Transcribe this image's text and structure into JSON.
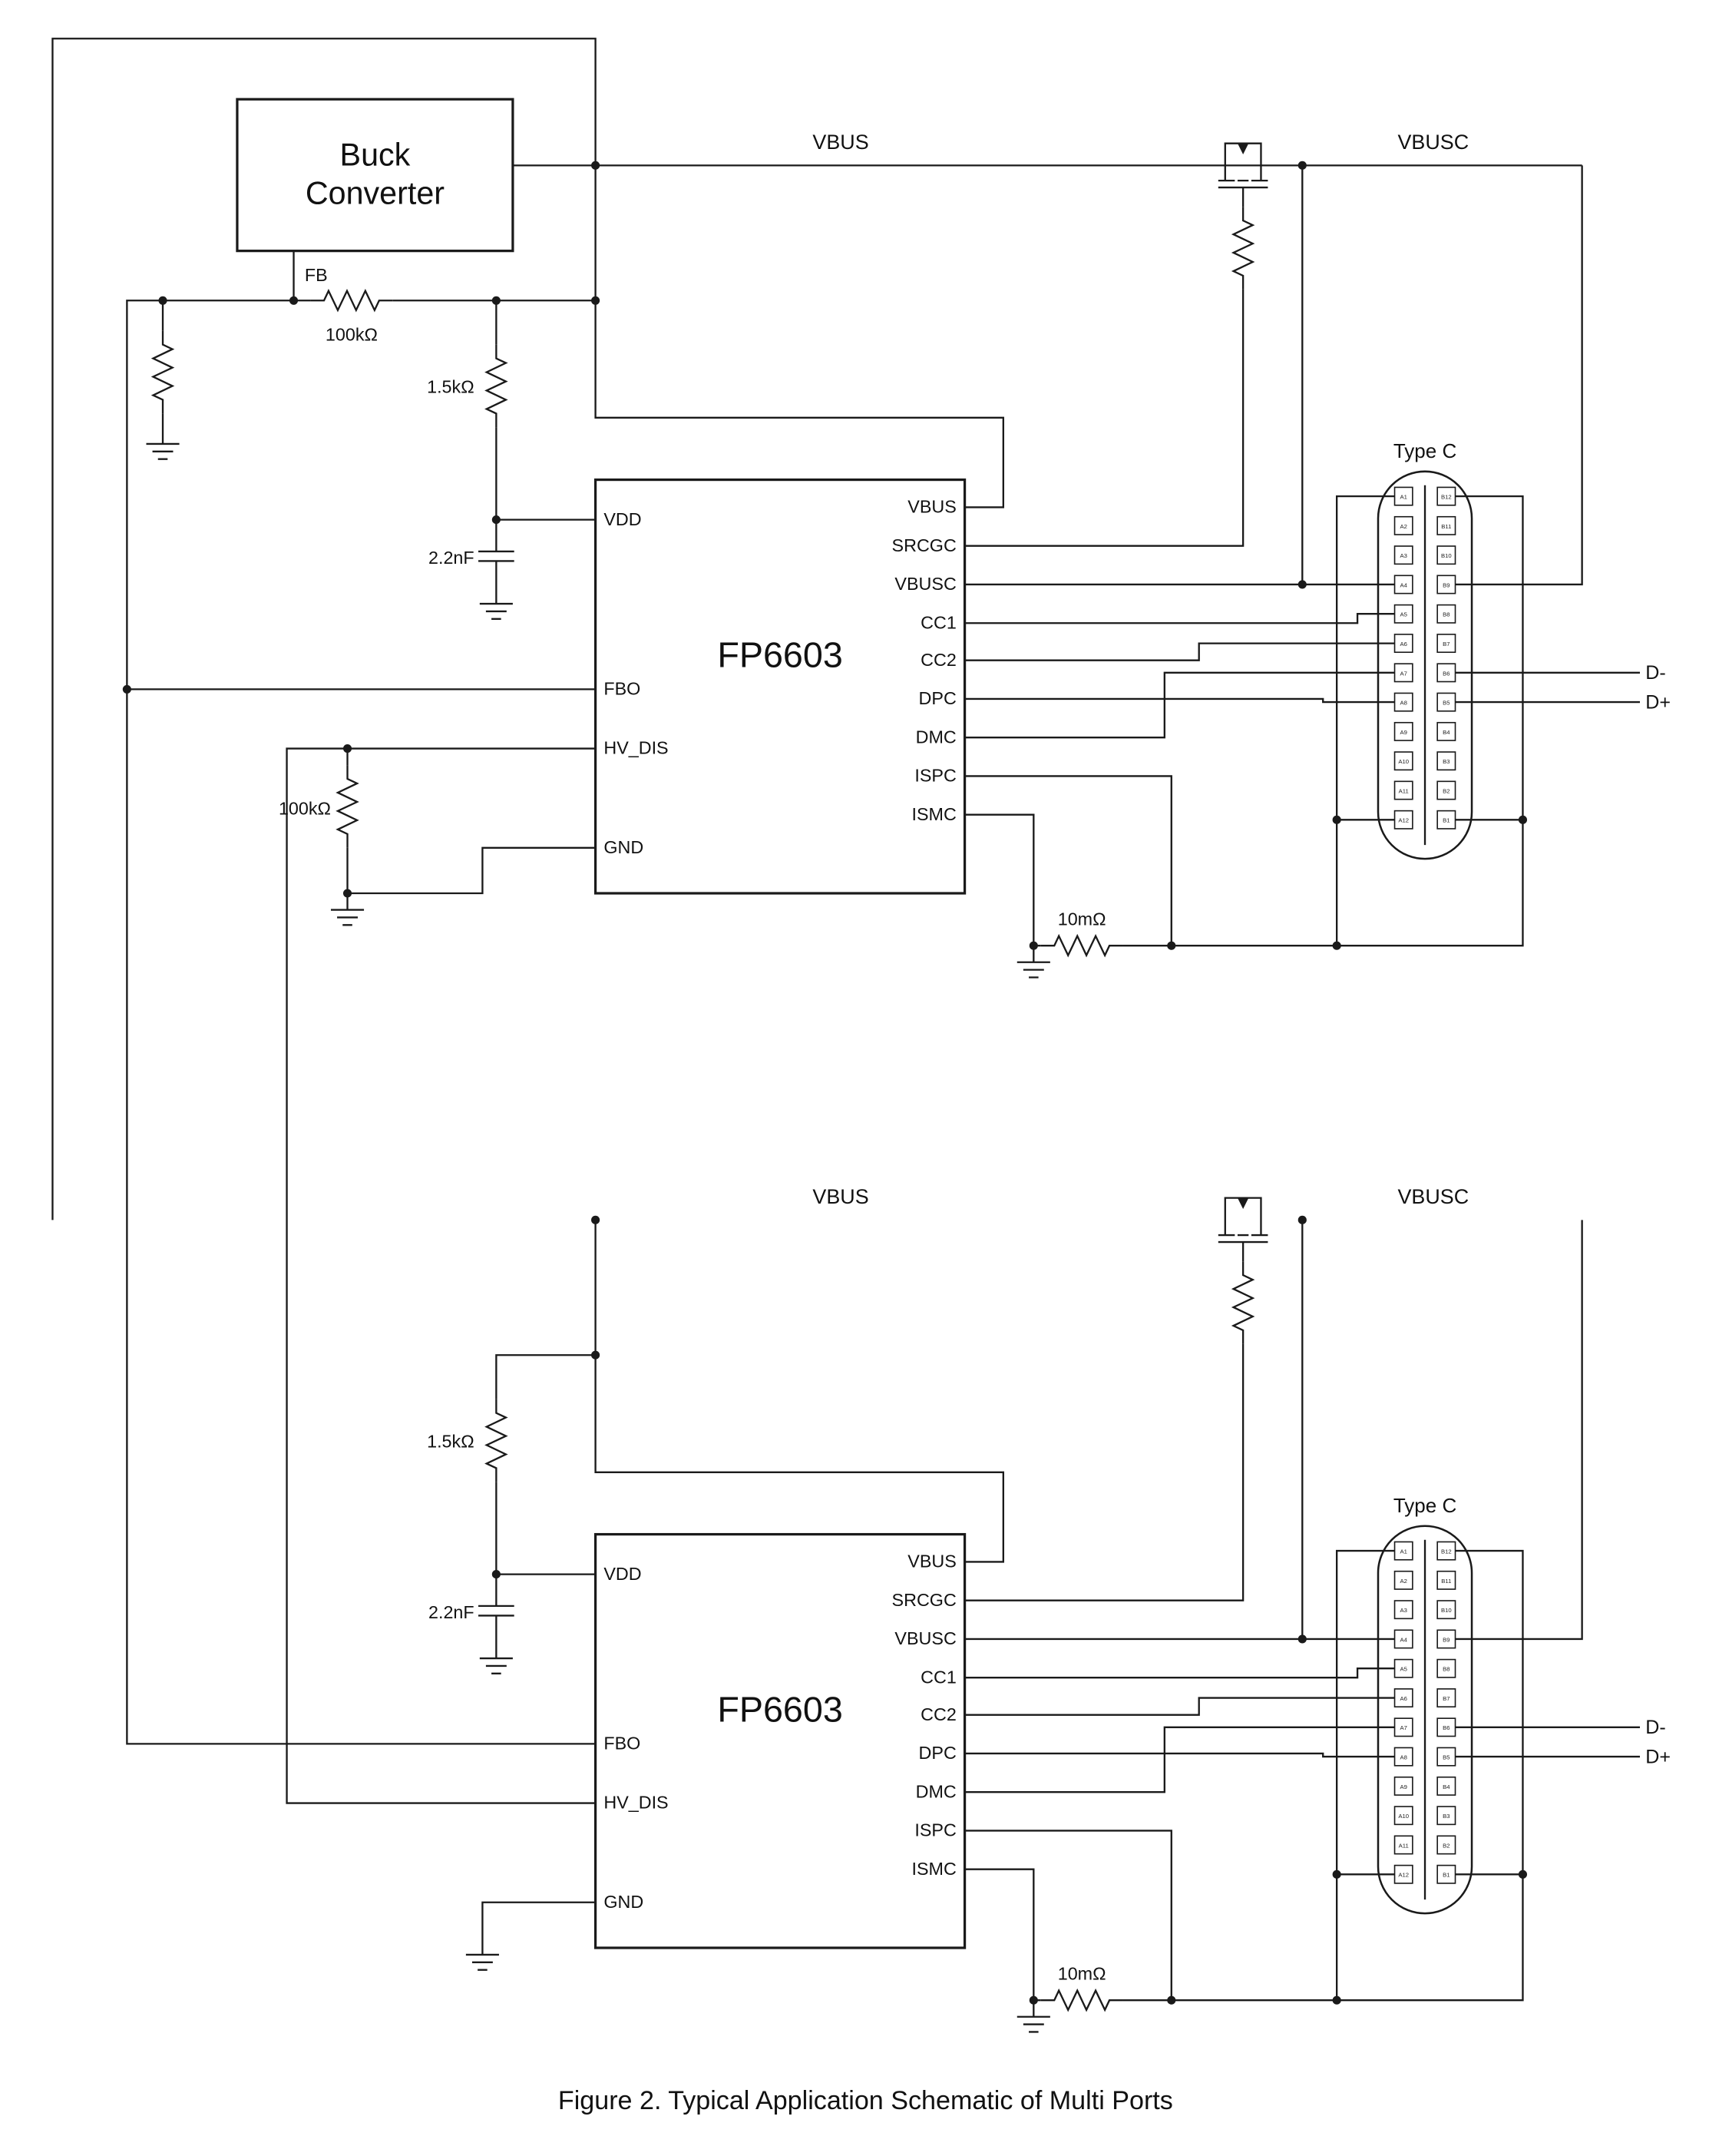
{
  "figure_caption": "Figure 2. Typical Application Schematic of Multi Ports",
  "buck": {
    "line1": "Buck",
    "line2": "Converter",
    "fb_pin": "FB"
  },
  "ic": {
    "name": "FP6603",
    "left_pins": [
      "VDD",
      "FBO",
      "HV_DIS",
      "GND"
    ],
    "right_pins": [
      "VBUS",
      "SRCGC",
      "VBUSC",
      "CC1",
      "CC2",
      "DPC",
      "DMC",
      "ISPC",
      "ISMC"
    ]
  },
  "nets": {
    "vbus": "VBUS",
    "vbusc": "VBUSC",
    "dminus": "D-",
    "dplus": "D+"
  },
  "components": {
    "r_feedback": "100kΩ",
    "r_vdd": "1.5kΩ",
    "c_vdd": "2.2nF",
    "r_hvdis": "100kΩ",
    "r_sense": "10mΩ"
  },
  "connector": {
    "label": "Type C",
    "a_pins": [
      "A1",
      "A2",
      "A3",
      "A4",
      "A5",
      "A6",
      "A7",
      "A8",
      "A9",
      "A10",
      "A11",
      "A12"
    ],
    "b_pins": [
      "B12",
      "B11",
      "B10",
      "B9",
      "B8",
      "B7",
      "B6",
      "B5",
      "B4",
      "B3",
      "B2",
      "B1"
    ]
  },
  "colors": {
    "line": "#1a1a1a",
    "background": "#ffffff"
  }
}
